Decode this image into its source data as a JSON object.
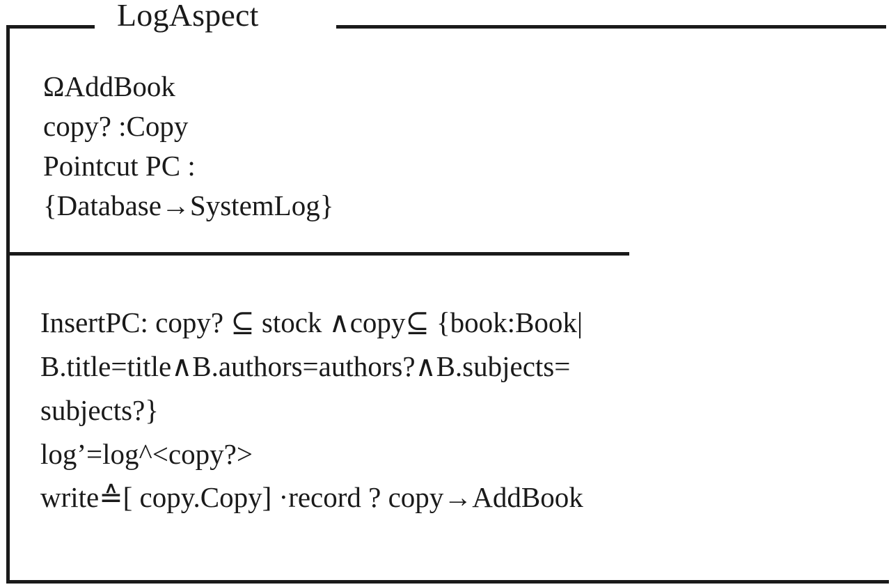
{
  "schema": {
    "name": "LogAspect",
    "kind": "z-notation-schema-box",
    "declarations": [
      "ΩAddBook",
      "copy? :Copy",
      "Pointcut PC :",
      "{Database→SystemLog}"
    ],
    "predicates": [
      "InsertPC: copy? ⊆  stock ∧copy⊆ {book:Book|",
      "B.title=title∧B.authors=authors?∧B.subjects=",
      "subjects?}",
      "log’=log^<copy?>",
      "write≙[ copy.Copy] ·record ? copy→AddBook"
    ]
  },
  "colors": {
    "ink": "#1a1a1a",
    "paper": "#ffffff"
  }
}
